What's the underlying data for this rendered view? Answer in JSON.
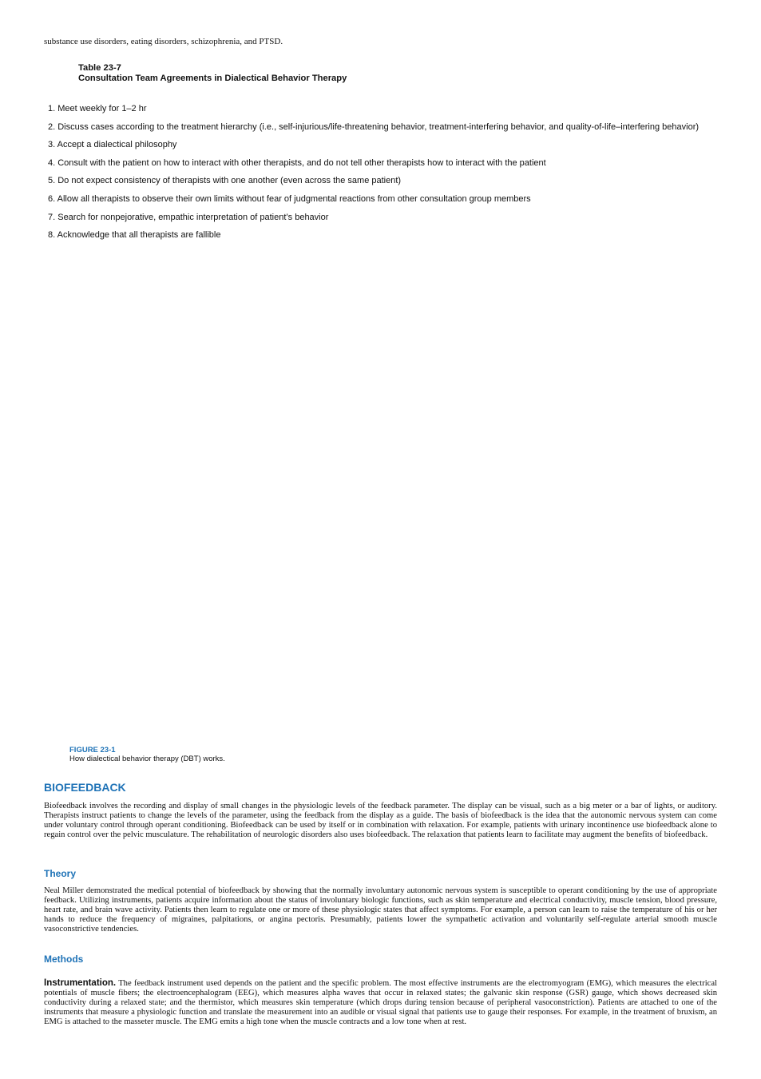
{
  "intro_line": "substance use disorders, eating disorders, schizophrenia, and PTSD.",
  "table": {
    "number": "Table 23-7",
    "title": "Consultation Team Agreements in Dialectical Behavior Therapy",
    "items": [
      "1. Meet weekly for 1–2 hr",
      "2. Discuss cases according to the treatment hierarchy (i.e., self-injurious/life-threatening behavior, treatment-interfering behavior, and quality-of-life–interfering behavior)",
      "3. Accept a dialectical philosophy",
      "4. Consult with the patient on how to interact with other therapists, and do not tell other therapists how to interact with the patient",
      "5. Do not expect consistency of therapists with one another (even across the same patient)",
      "6. Allow all therapists to observe their own limits without fear of judgmental reactions from other consultation group members",
      "7. Search for nonpejorative, empathic interpretation of patient’s behavior",
      "8. Acknowledge that all therapists are fallible"
    ]
  },
  "figure": {
    "number": "FIGURE 23-1",
    "caption": "How dialectical behavior therapy (DBT) works."
  },
  "biofeedback": {
    "heading": "BIOFEEDBACK",
    "paragraph": "Biofeedback involves the recording and display of small changes in the physiologic levels of the feedback parameter. The display can be visual, such as a big meter or a bar of lights, or auditory. Therapists instruct patients to change the levels of the parameter, using the feedback from the display as a guide. The basis of biofeedback is the idea that the autonomic nervous system can come under voluntary control through operant conditioning. Biofeedback can be used by itself or in combination with relaxation. For example, patients with urinary incontinence use biofeedback alone to regain control over the pelvic musculature. The rehabilitation of neurologic disorders also uses biofeedback. The relaxation that patients learn to facilitate may augment the benefits of biofeedback."
  },
  "theory": {
    "heading": "Theory",
    "paragraph": "Neal Miller demonstrated the medical potential of biofeedback by showing that the normally involuntary autonomic nervous system is susceptible to operant conditioning by the use of appropriate feedback. Utilizing instruments, patients acquire information about the status of involuntary biologic functions, such as skin temperature and electrical conductivity, muscle tension, blood pressure, heart rate, and brain wave activity. Patients then learn to regulate one or more of these physiologic states that affect symptoms. For example, a person can learn to raise the temperature of his or her hands to reduce the frequency of migraines, palpitations, or angina pectoris. Presumably, patients lower the sympathetic activation and voluntarily self-regulate arterial smooth muscle vasoconstrictive tendencies."
  },
  "methods": {
    "heading": "Methods",
    "instrumentation_label": "Instrumentation.",
    "instrumentation_text": "The feedback instrument used depends on the patient and the specific problem. The most effective instruments are the electromyogram (EMG), which measures the electrical potentials of muscle fibers; the electroencephalogram (EEG), which measures alpha waves that occur in relaxed states; the galvanic skin response (GSR) gauge, which shows decreased skin conductivity during a relaxed state; and the thermistor, which measures skin temperature (which drops during tension because of peripheral vasoconstriction). Patients are attached to one of the instruments that measure a physiologic function and translate the measurement into an audible or visual signal that patients use to gauge their responses. For example, in the treatment of bruxism, an EMG is attached to the masseter muscle. The EMG emits a high tone when the muscle contracts and a low tone when at rest."
  }
}
